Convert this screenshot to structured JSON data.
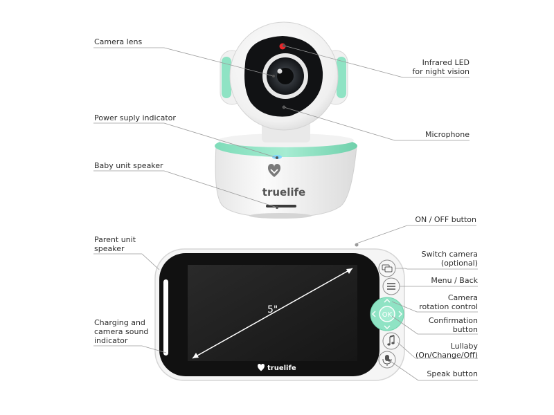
{
  "colors": {
    "mint": "#8fe3c4",
    "mint_dark": "#6fd4ad",
    "device_white": "#f4f4f4",
    "screen_black": "#1f1f1f",
    "leader_line": "#9a9a9a",
    "led_red": "#e8262a",
    "power_led": "#7fd7ff"
  },
  "labels": {
    "camera_lens": "Camera lens",
    "infrared_led": [
      "Infrared LED",
      "for night vision"
    ],
    "power_indicator": "Power suply indicator",
    "microphone": "Microphone",
    "baby_speaker": "Baby unit speaker",
    "on_off": "ON / OFF button",
    "parent_speaker": [
      "Parent unit",
      "speaker"
    ],
    "switch_camera": [
      "Switch camera",
      "(optional)"
    ],
    "menu_back": "Menu / Back",
    "camera_rotation": [
      "Camera",
      "rotation control"
    ],
    "confirmation": [
      "Confirmation",
      "button"
    ],
    "charging_indicator": [
      "Charging and",
      "camera sound",
      "indicator"
    ],
    "lullaby": [
      "Lullaby",
      "(On/Change/Off)"
    ],
    "speak": "Speak button"
  },
  "device": {
    "camera_brand": "truelife",
    "monitor_brand": "truelife",
    "screen_size": "5\"",
    "ok_label": "OK"
  },
  "icons": {
    "switch_camera": "switch-camera-icon",
    "menu": "menu-icon",
    "rotation": "arrows-dpad-icon",
    "lullaby": "music-note-icon",
    "speak": "microphone-icon",
    "brand": "truelife-heart-logo-icon"
  }
}
